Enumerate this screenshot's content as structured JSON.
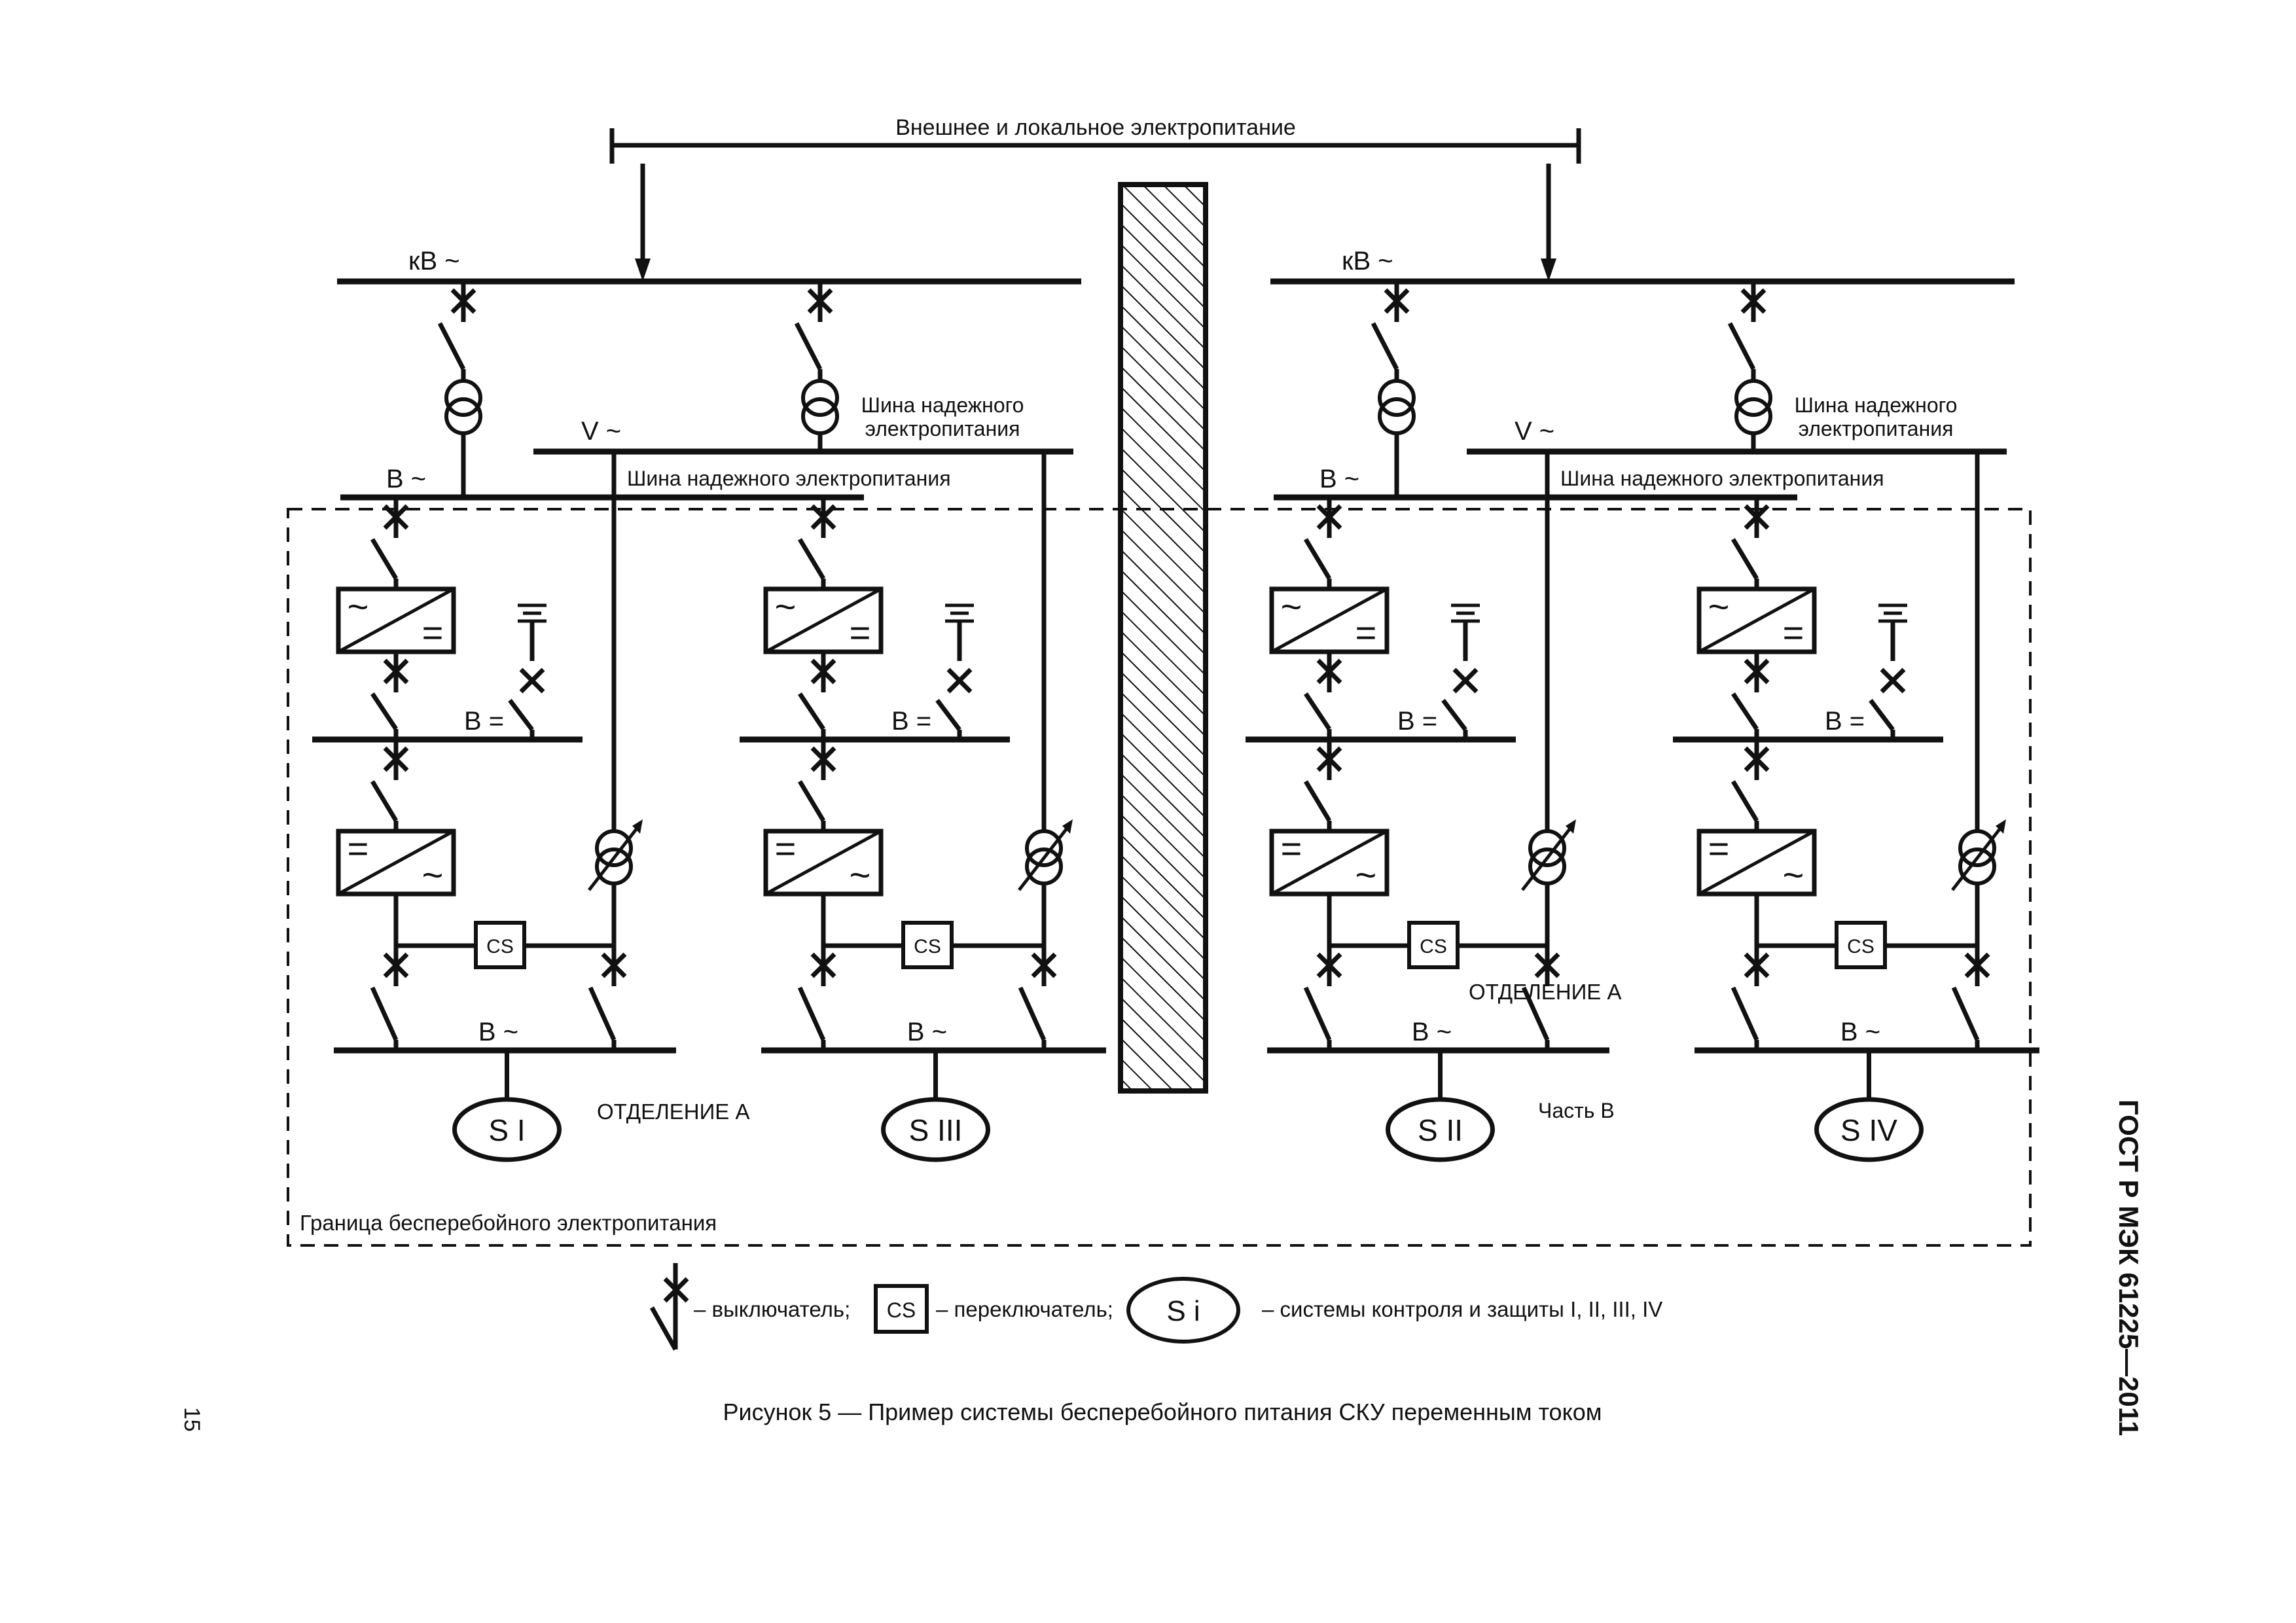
{
  "diagram": {
    "external_supply": "Внешнее и локальное электропитание",
    "hv_bus": "кВ ~",
    "reliable_bus": "Шина надежного\nэлектропитания",
    "reliable_bus_short": "Шина надежного электропитания",
    "ac_bus_v": "V ~",
    "ac_bus": "В ~",
    "dc_bus": "В =",
    "cs": "CS",
    "dc_sym": "=",
    "ac_sym": "~",
    "division_a": "ОТДЕЛЕНИЕ А",
    "part_b": "Часть В",
    "boundary": "Граница бесперебойного электропитания",
    "systems": [
      "S I",
      "S III",
      "S II",
      "S IV"
    ]
  },
  "legend": {
    "breaker": "– выключатель;",
    "switch": "– переключатель;",
    "si": "S i",
    "systems": "– системы контроля и защиты I, II, III, IV"
  },
  "caption": "Рисунок 5 — Пример системы бесперебойного питания СКУ переменным током",
  "header_side": "ГОСТ Р МЭК 61225—2011",
  "page_number": "15"
}
